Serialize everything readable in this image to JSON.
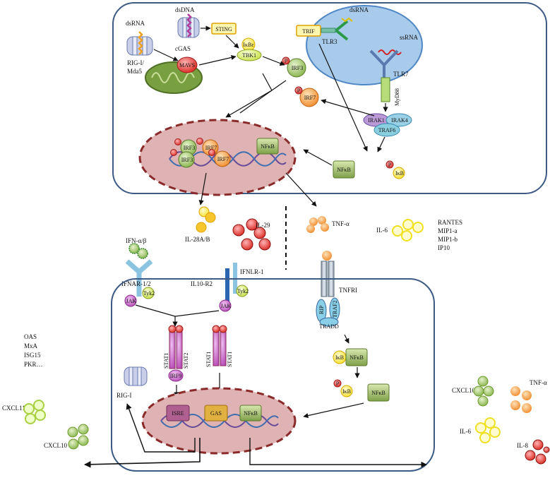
{
  "top_cell": {
    "dsRNA_left": "dsRNA",
    "rig_label": "RIG-I/\nMda5",
    "dsDNA": "dsDNA",
    "cgas": "cGAS",
    "sting": "STING",
    "ikbe": "IκBε",
    "tbk1": "TBK1",
    "mavs": "MAVS",
    "irf3": "IRF3",
    "irf7": "IRF7",
    "trif": "TRIF",
    "tlr3": "TLR3",
    "dsRNA_endosome": "dsRNA",
    "ssRNA": "ssRNA",
    "tlr7": "TLR7",
    "myd88": "MyD88",
    "irak1": "IRAK1",
    "irak4": "IRAK4",
    "traf6": "TRAF6",
    "nfkb_cyto": "NFκB",
    "ikb": "IκB",
    "p": "P",
    "nucleus": {
      "irf3_a": "IRF3",
      "irf7_a": "IRF7",
      "irf3_b": "IRF3",
      "irf7_b": "IRF7",
      "nfkb": "NFκB"
    }
  },
  "extracellular": {
    "il28": "IL-28A/B",
    "il29": "IL-29",
    "tnf": "TNF-α",
    "il6": "IL-6",
    "rantes": [
      "RANTES",
      "MIP1-a",
      "MIP1-b",
      "IP10"
    ],
    "ifnab": "IFN-α/β",
    "ifnar": "IFNAR-1/2",
    "tyk2_a": "Tyk2",
    "jak_a": "JAK",
    "il10r2": "IL10-R2",
    "ifnlr1": "IFNLR-1",
    "tyk2_b": "Tyk2",
    "jak_b": "JAK",
    "tnfr1": "TNFRI",
    "rip": "RIP",
    "traf2": "TRAF2",
    "tradd": "TRADD"
  },
  "bottom_cell": {
    "stat1": "STAT1",
    "stat2": "STAT2",
    "irf9": "IRF9",
    "stat1_b": "STAT1",
    "stat1_c": "STAT1",
    "ikb": "IκB",
    "nfkb": "NFκB",
    "ikb2": "IκB",
    "nfkb2": "NFκB",
    "rig": "RIG-I",
    "isre": "ISRE",
    "gas": "GAS",
    "nfkb_nuc": "NFκB"
  },
  "outputs": {
    "isgs": [
      "OAS",
      "MxA",
      "ISG15",
      "PKR…"
    ],
    "cxcl11": "CXCL11",
    "cxcl10_left": "CXCL10",
    "cxcl10_right": "CXCL10",
    "tnf_right": "TNF-α",
    "il6_right": "IL-6",
    "il8_right": "IL-8"
  }
}
